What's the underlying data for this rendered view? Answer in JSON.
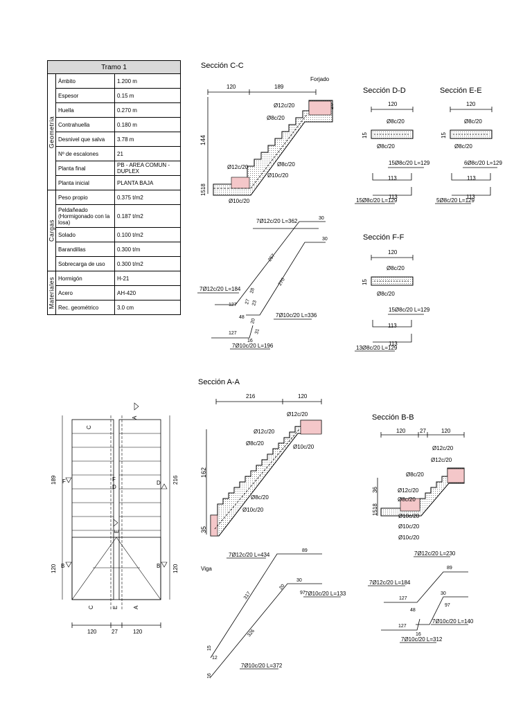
{
  "table": {
    "title": "Tramo 1",
    "groups": [
      {
        "name": "Geometria",
        "rows": [
          {
            "k": "Ámbito",
            "v": "1.200 m"
          },
          {
            "k": "Espesor",
            "v": "0.15 m"
          },
          {
            "k": "Huella",
            "v": "0.270 m"
          },
          {
            "k": "Contrahuella",
            "v": "0.180 m"
          },
          {
            "k": "Desnivel que salva",
            "v": "3.78 m"
          },
          {
            "k": "Nº de escalones",
            "v": "21"
          },
          {
            "k": "Planta final",
            "v": "PB - AREA COMUN - DUPLEX"
          },
          {
            "k": "Planta inicial",
            "v": "PLANTA BAJA"
          }
        ]
      },
      {
        "name": "Cargas",
        "rows": [
          {
            "k": "Peso propio",
            "v": "0.375 t/m2"
          },
          {
            "k": "Peldañeado (Hormigonado con la losa)",
            "v": "0.187 t/m2"
          },
          {
            "k": "Solado",
            "v": "0.100 t/m2"
          },
          {
            "k": "Barandillas",
            "v": "0.300 t/m"
          },
          {
            "k": "Sobrecarga de uso",
            "v": "0.300 t/m2"
          }
        ]
      },
      {
        "name": "Materiales",
        "rows": [
          {
            "k": "Hormigón",
            "v": "H-21"
          },
          {
            "k": "Acero",
            "v": "AH-420"
          },
          {
            "k": "Rec. geométrico",
            "v": "3.0 cm"
          }
        ]
      }
    ]
  },
  "sections": {
    "cc": {
      "title": "Sección C-C",
      "dim_a": "120",
      "dim_b": "189",
      "forjado": "Forjado",
      "dim_20": "20",
      "dim_144": "144",
      "dim_1518": "1518",
      "bar_top1": "Ø12c/20",
      "bar_top2": "Ø8c/20",
      "bar_mid1": "Ø12c/20",
      "bar_mid2": "Ø8c/20",
      "bar_mid3": "Ø10c/20",
      "bar_bot": "Ø10c/20"
    },
    "dd": {
      "title": "Sección D-D",
      "dim": "120",
      "top": "Ø8c/20",
      "bot": "Ø8c/20",
      "h": "15",
      "bar1": "15Ø8c/20 L=129",
      "len": "113",
      "bar2": "15Ø8c/20 L=129",
      "len2": "113"
    },
    "ee": {
      "title": "Sección E-E",
      "dim": "120",
      "top": "Ø8c/20",
      "bot": "Ø8c/20",
      "h": "15",
      "bar1": "6Ø8c/20 L=129",
      "len": "113",
      "bar2": "5Ø8c/20 L=129",
      "len2": "113"
    },
    "ff": {
      "title": "Sección F-F",
      "dim": "120",
      "top": "Ø8c/20",
      "bot": "Ø8c/20",
      "h": "15",
      "bar1": "15Ø8c/20 L=129",
      "len": "113",
      "bar2": "13Ø8c/20 L=129",
      "len2": "113"
    },
    "cc_bars": {
      "b1": "7Ø12c/20 L=362",
      "b1_30": "30",
      "b1_257": "257",
      "b2_30": "30",
      "b2_270": "270",
      "b3": "7Ø12c/20 L=184",
      "b3_127": "127",
      "b3_28": "28",
      "b3_48": "48",
      "b3_27": "27",
      "b3_23": "23",
      "b4": "7Ø10c/20 L=336",
      "b5_127": "127",
      "b5_20": "20",
      "b5_31": "31",
      "b5_16": "16",
      "b5": "7Ø10c/20 L=196"
    },
    "aa": {
      "title": "Sección A-A",
      "dim_a": "216",
      "dim_b": "120",
      "dim_162": "162",
      "dim_35": "35",
      "viga": "Viga",
      "bar_top": "Ø12c/20",
      "bar1": "Ø12c/20",
      "bar2": "Ø8c/20",
      "bar3": "Ø10c/20",
      "bar4": "Ø8c/20",
      "bar5": "Ø10c/20"
    },
    "aa_bars": {
      "b1": "7Ø12c/20 L=434",
      "b1_89": "89",
      "b1_317": "317",
      "b1_15": "15",
      "b2_30": "30",
      "b2_20": "20",
      "b2_97": "97",
      "b2": "7Ø10c/20 L=133",
      "b3_326": "326",
      "b3_16": "16",
      "b3_12": "12",
      "b3": "7Ø10c/20 L=372"
    },
    "bb": {
      "title": "Sección B-B",
      "dim_a": "120",
      "dim_b": "27",
      "dim_c": "120",
      "dim_36": "36",
      "dim_1518": "1518",
      "bar1": "Ø12c/20",
      "bar2": "Ø12c/20",
      "bar3": "Ø8c/20",
      "bar4": "Ø12c/20",
      "bar5": "Ø8c/20",
      "bar6": "Ø10c/20",
      "bar7": "Ø10c/20",
      "bar8": "Ø10c/20"
    },
    "bb_bars": {
      "b1": "7Ø12c/20 L=230",
      "b1_89": "89",
      "b2": "7Ø12c/20 L=184",
      "b2_127": "127",
      "b2_48": "48",
      "b3_30": "30",
      "b3_97": "97",
      "b3": "7Ø10c/20 L=140",
      "b4_127": "127",
      "b4_16": "16",
      "b4": "7Ø10c/20 L=312"
    },
    "plan": {
      "dim_189": "189",
      "dim_120": "120",
      "dim_216": "216",
      "dim_120b": "120",
      "w1": "120",
      "w2": "27",
      "w3": "120",
      "F": "F",
      "B": "B",
      "D": "D",
      "A": "A",
      "C": "C",
      "E": "E"
    }
  }
}
